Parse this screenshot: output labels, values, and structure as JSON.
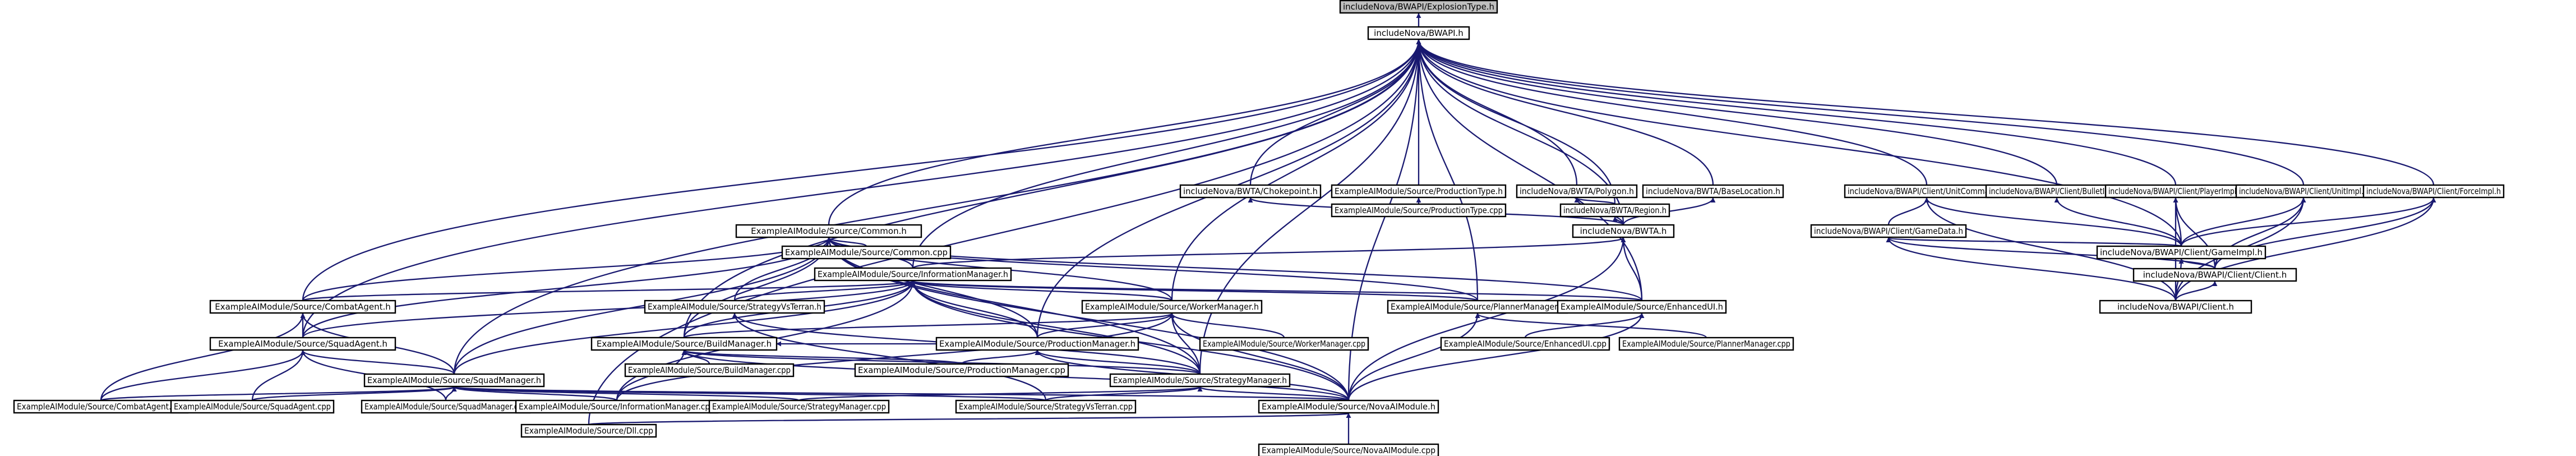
{
  "diagram": {
    "type": "include-dependency-graph",
    "root": "includeNova/BWAPI/ExplosionType.h",
    "colors": {
      "edge": "#191970",
      "node_border": "#000000",
      "root_fill": "#bfbfbf",
      "node_fill": "#ffffff",
      "background": "#ffffff"
    },
    "nodes": [
      {
        "id": "n0",
        "label": "includeNova/BWAPI/ExplosionType.h"
      },
      {
        "id": "n1",
        "label": "includeNova/BWAPI.h"
      },
      {
        "id": "n2",
        "label": "includeNova/BWTA/Chokepoint.h"
      },
      {
        "id": "n3",
        "label": "ExampleAIModule/Source/ProductionType.h"
      },
      {
        "id": "n4",
        "label": "includeNova/BWTA/Polygon.h"
      },
      {
        "id": "n5",
        "label": "includeNova/BWTA/BaseLocation.h"
      },
      {
        "id": "n6",
        "label": "includeNova/BWAPI/Client/UnitCommand.h"
      },
      {
        "id": "n7",
        "label": "includeNova/BWAPI/Client/BulletImpl.h"
      },
      {
        "id": "n8",
        "label": "includeNova/BWAPI/Client/PlayerImpl.h"
      },
      {
        "id": "n9",
        "label": "includeNova/BWAPI/Client/UnitImpl.h"
      },
      {
        "id": "n10",
        "label": "includeNova/BWAPI/Client/ForceImpl.h"
      },
      {
        "id": "n11",
        "label": "ExampleAIModule/Source/ProductionType.cpp"
      },
      {
        "id": "n12",
        "label": "includeNova/BWTA/Region.h"
      },
      {
        "id": "n13",
        "label": "includeNova/BWAPI/Client/GameData.h"
      },
      {
        "id": "n14",
        "label": "ExampleAIModule/Source/Common.h"
      },
      {
        "id": "n15",
        "label": "includeNova/BWAPI/Client/GameImpl.h"
      },
      {
        "id": "n16",
        "label": "includeNova/BWTA.h"
      },
      {
        "id": "n17",
        "label": "ExampleAIModule/Source/Common.cpp"
      },
      {
        "id": "n18",
        "label": "includeNova/BWAPI/Client/Client.h"
      },
      {
        "id": "n19",
        "label": "ExampleAIModule/Source/InformationManager.h"
      },
      {
        "id": "n20",
        "label": "ExampleAIModule/Source/CombatAgent.h"
      },
      {
        "id": "n21",
        "label": "ExampleAIModule/Source/StrategyVsTerran.h"
      },
      {
        "id": "n22",
        "label": "ExampleAIModule/Source/WorkerManager.h"
      },
      {
        "id": "n23",
        "label": "ExampleAIModule/Source/PlannerManager.h"
      },
      {
        "id": "n24",
        "label": "ExampleAIModule/Source/EnhancedUI.h"
      },
      {
        "id": "n25",
        "label": "includeNova/BWAPI/Client.h"
      },
      {
        "id": "n26",
        "label": "ExampleAIModule/Source/SquadAgent.h"
      },
      {
        "id": "n27",
        "label": "ExampleAIModule/Source/BuildManager.h"
      },
      {
        "id": "n28",
        "label": "ExampleAIModule/Source/ProductionManager.h"
      },
      {
        "id": "n29",
        "label": "ExampleAIModule/Source/WorkerManager.cpp"
      },
      {
        "id": "n30",
        "label": "ExampleAIModule/Source/EnhancedUI.cpp"
      },
      {
        "id": "n31",
        "label": "ExampleAIModule/Source/PlannerManager.cpp"
      },
      {
        "id": "n32",
        "label": "ExampleAIModule/Source/BuildManager.cpp"
      },
      {
        "id": "n33",
        "label": "ExampleAIModule/Source/SquadManager.h"
      },
      {
        "id": "n34",
        "label": "ExampleAIModule/Source/ProductionManager.cpp"
      },
      {
        "id": "n35",
        "label": "ExampleAIModule/Source/StrategyManager.h"
      },
      {
        "id": "n36",
        "label": "ExampleAIModule/Source/CombatAgent.cpp"
      },
      {
        "id": "n37",
        "label": "ExampleAIModule/Source/SquadAgent.cpp"
      },
      {
        "id": "n38",
        "label": "ExampleAIModule/Source/SquadManager.cpp"
      },
      {
        "id": "n39",
        "label": "ExampleAIModule/Source/InformationManager.cpp"
      },
      {
        "id": "n40",
        "label": "ExampleAIModule/Source/StrategyManager.cpp"
      },
      {
        "id": "n41",
        "label": "ExampleAIModule/Source/StrategyVsTerran.cpp"
      },
      {
        "id": "n42",
        "label": "ExampleAIModule/Source/NovaAIModule.h"
      },
      {
        "id": "n43",
        "label": "ExampleAIModule/Source/Dll.cpp"
      },
      {
        "id": "n44",
        "label": "ExampleAIModule/Source/NovaAIModule.cpp"
      }
    ],
    "edges": [
      [
        "n0",
        "n1"
      ],
      [
        "n1",
        "n2"
      ],
      [
        "n1",
        "n3"
      ],
      [
        "n1",
        "n4"
      ],
      [
        "n1",
        "n5"
      ],
      [
        "n1",
        "n6"
      ],
      [
        "n1",
        "n7"
      ],
      [
        "n1",
        "n8"
      ],
      [
        "n1",
        "n9"
      ],
      [
        "n1",
        "n10"
      ],
      [
        "n1",
        "n12"
      ],
      [
        "n1",
        "n14"
      ],
      [
        "n1",
        "n15"
      ],
      [
        "n1",
        "n16"
      ],
      [
        "n1",
        "n19"
      ],
      [
        "n1",
        "n20"
      ],
      [
        "n1",
        "n22"
      ],
      [
        "n1",
        "n23"
      ],
      [
        "n1",
        "n24"
      ],
      [
        "n1",
        "n26"
      ],
      [
        "n1",
        "n27"
      ],
      [
        "n1",
        "n28"
      ],
      [
        "n1",
        "n33"
      ],
      [
        "n1",
        "n35"
      ],
      [
        "n1",
        "n42"
      ],
      [
        "n1",
        "n43"
      ],
      [
        "n2",
        "n16"
      ],
      [
        "n3",
        "n11"
      ],
      [
        "n4",
        "n12"
      ],
      [
        "n4",
        "n16"
      ],
      [
        "n5",
        "n16"
      ],
      [
        "n12",
        "n16"
      ],
      [
        "n6",
        "n13"
      ],
      [
        "n6",
        "n15"
      ],
      [
        "n6",
        "n25"
      ],
      [
        "n7",
        "n15"
      ],
      [
        "n8",
        "n15"
      ],
      [
        "n8",
        "n18"
      ],
      [
        "n8",
        "n25"
      ],
      [
        "n9",
        "n15"
      ],
      [
        "n9",
        "n18"
      ],
      [
        "n9",
        "n25"
      ],
      [
        "n10",
        "n15"
      ],
      [
        "n10",
        "n18"
      ],
      [
        "n10",
        "n25"
      ],
      [
        "n13",
        "n15"
      ],
      [
        "n13",
        "n18"
      ],
      [
        "n13",
        "n25"
      ],
      [
        "n15",
        "n18"
      ],
      [
        "n15",
        "n25"
      ],
      [
        "n18",
        "n25"
      ],
      [
        "n16",
        "n19"
      ],
      [
        "n16",
        "n24"
      ],
      [
        "n16",
        "n42"
      ],
      [
        "n14",
        "n17"
      ],
      [
        "n14",
        "n19"
      ],
      [
        "n14",
        "n20"
      ],
      [
        "n14",
        "n21"
      ],
      [
        "n14",
        "n22"
      ],
      [
        "n14",
        "n23"
      ],
      [
        "n14",
        "n24"
      ],
      [
        "n14",
        "n26"
      ],
      [
        "n14",
        "n27"
      ],
      [
        "n14",
        "n28"
      ],
      [
        "n14",
        "n33"
      ],
      [
        "n14",
        "n35"
      ],
      [
        "n14",
        "n42"
      ],
      [
        "n19",
        "n20"
      ],
      [
        "n19",
        "n21"
      ],
      [
        "n19",
        "n22"
      ],
      [
        "n19",
        "n23"
      ],
      [
        "n19",
        "n24"
      ],
      [
        "n19",
        "n26"
      ],
      [
        "n19",
        "n27"
      ],
      [
        "n19",
        "n28"
      ],
      [
        "n19",
        "n33"
      ],
      [
        "n19",
        "n35"
      ],
      [
        "n19",
        "n39"
      ],
      [
        "n19",
        "n42"
      ],
      [
        "n20",
        "n26"
      ],
      [
        "n20",
        "n33"
      ],
      [
        "n20",
        "n36"
      ],
      [
        "n21",
        "n35"
      ],
      [
        "n21",
        "n41"
      ],
      [
        "n22",
        "n27"
      ],
      [
        "n22",
        "n28"
      ],
      [
        "n22",
        "n29"
      ],
      [
        "n22",
        "n35"
      ],
      [
        "n22",
        "n39"
      ],
      [
        "n22",
        "n42"
      ],
      [
        "n23",
        "n31"
      ],
      [
        "n23",
        "n42"
      ],
      [
        "n24",
        "n30"
      ],
      [
        "n24",
        "n42"
      ],
      [
        "n26",
        "n33"
      ],
      [
        "n26",
        "n36"
      ],
      [
        "n26",
        "n37"
      ],
      [
        "n26",
        "n38"
      ],
      [
        "n27",
        "n28"
      ],
      [
        "n27",
        "n32"
      ],
      [
        "n27",
        "n34"
      ],
      [
        "n27",
        "n35"
      ],
      [
        "n27",
        "n39"
      ],
      [
        "n27",
        "n42"
      ],
      [
        "n28",
        "n34"
      ],
      [
        "n28",
        "n35"
      ],
      [
        "n28",
        "n42"
      ],
      [
        "n33",
        "n36"
      ],
      [
        "n33",
        "n37"
      ],
      [
        "n33",
        "n38"
      ],
      [
        "n33",
        "n39"
      ],
      [
        "n33",
        "n40"
      ],
      [
        "n33",
        "n41"
      ],
      [
        "n33",
        "n42"
      ],
      [
        "n35",
        "n40"
      ],
      [
        "n35",
        "n41"
      ],
      [
        "n35",
        "n42"
      ],
      [
        "n42",
        "n43"
      ],
      [
        "n42",
        "n44"
      ]
    ]
  }
}
